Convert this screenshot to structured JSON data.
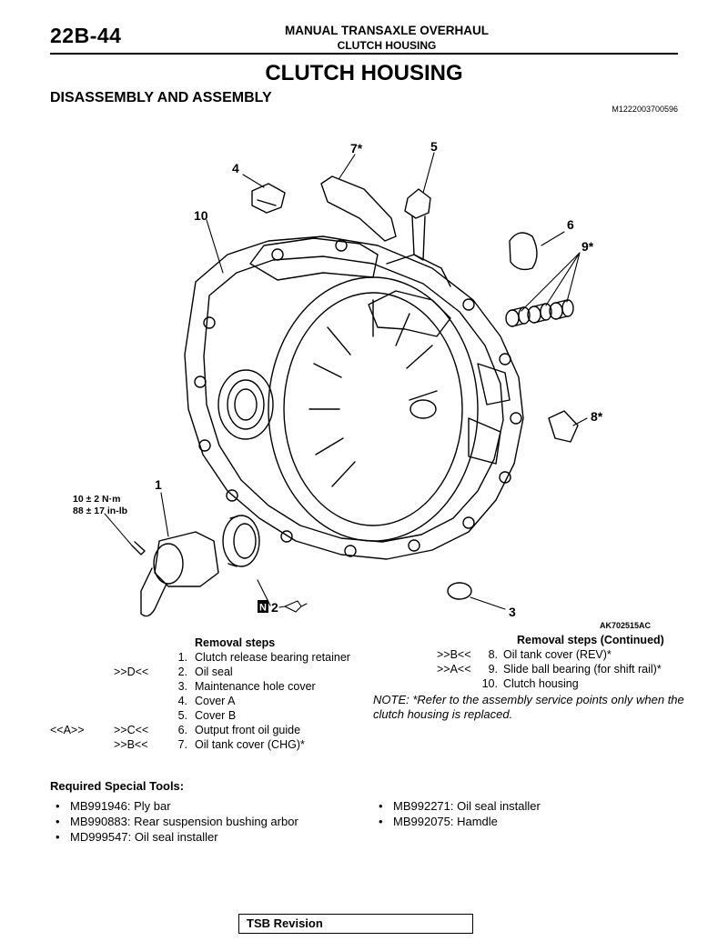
{
  "header": {
    "page_number": "22B-44",
    "title": "MANUAL TRANSAXLE OVERHAUL",
    "subtitle": "CLUTCH HOUSING"
  },
  "page_title": "CLUTCH HOUSING",
  "section_title": "DISASSEMBLY AND ASSEMBLY",
  "reference_code": "M1222003700596",
  "figure": {
    "code": "AK702515AC",
    "callouts": {
      "c1": "1",
      "c2": "2",
      "c3": "3",
      "c4": "4",
      "c5": "5",
      "c6": "6",
      "c7": "7*",
      "c8": "8*",
      "c9": "9*",
      "c10": "10"
    },
    "torque_line1": "10 ± 2 N·m",
    "torque_line2": "88 ± 17 in-lb",
    "symbol_n": "N"
  },
  "removal_steps_left": {
    "heading": "Removal steps",
    "rows": [
      {
        "mark1": "",
        "mark2": "",
        "num": "1.",
        "text": "Clutch release bearing retainer"
      },
      {
        "mark1": "",
        "mark2": ">>D<<",
        "num": "2.",
        "text": "Oil seal"
      },
      {
        "mark1": "",
        "mark2": "",
        "num": "3.",
        "text": "Maintenance hole cover"
      },
      {
        "mark1": "",
        "mark2": "",
        "num": "4.",
        "text": "Cover A"
      },
      {
        "mark1": "",
        "mark2": "",
        "num": "5.",
        "text": "Cover B"
      },
      {
        "mark1": "<<A>>",
        "mark2": ">>C<<",
        "num": "6.",
        "text": "Output front oil guide"
      },
      {
        "mark1": "",
        "mark2": ">>B<<",
        "num": "7.",
        "text": "Oil tank cover (CHG)*"
      }
    ]
  },
  "removal_steps_right": {
    "heading": "Removal steps (Continued)",
    "rows": [
      {
        "mark2": ">>B<<",
        "num": "8.",
        "text": "Oil tank cover (REV)*"
      },
      {
        "mark2": ">>A<<",
        "num": "9.",
        "text": "Slide ball bearing (for shift rail)*"
      },
      {
        "mark2": "",
        "num": "10.",
        "text": "Clutch housing"
      }
    ]
  },
  "note": "NOTE: *Refer to the assembly service points only when the clutch housing is replaced.",
  "special_tools": {
    "title": "Required Special Tools:",
    "left": [
      "MB991946: Ply bar",
      "MB990883: Rear suspension bushing arbor",
      "MD999547: Oil seal installer"
    ],
    "right": [
      "MB992271: Oil seal installer",
      "MB992075: Hamdle"
    ]
  },
  "footer": {
    "tsb_label": "TSB Revision"
  }
}
